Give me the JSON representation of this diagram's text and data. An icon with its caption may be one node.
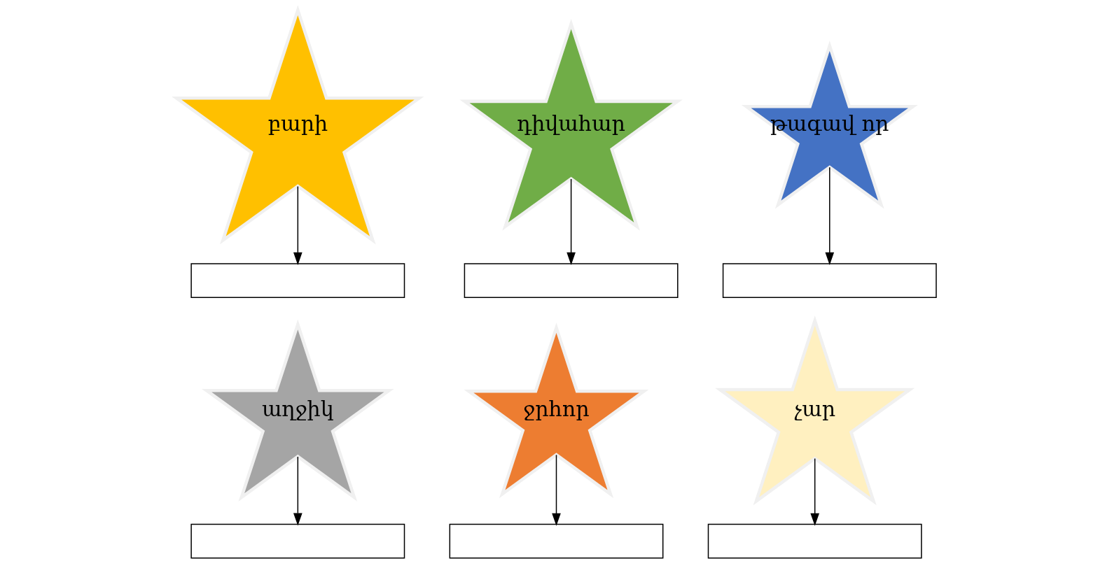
{
  "diagram": {
    "nodes": [
      {
        "text": [
          "բարի"
        ]
      },
      {
        "text": [
          "դիվահար"
        ]
      },
      {
        "text": [
          "թագավ որ"
        ]
      },
      {
        "text": [],
        "shape": "box"
      },
      {
        "text": [],
        "shape": "box"
      },
      {
        "text": [],
        "shape": "box"
      },
      {
        "text": [
          "աղջիկ"
        ]
      },
      {
        "text": [
          "ջրհոր"
        ]
      },
      {
        "text": [
          "չար"
        ]
      },
      {
        "text": [],
        "shape": "box"
      },
      {
        "text": [],
        "shape": "box"
      },
      {
        "text": [],
        "shape": "box"
      }
    ],
    "edges": [
      {
        "from": 0,
        "to": 3,
        "arrow": "to"
      },
      {
        "from": 1,
        "to": 4,
        "arrow": "to"
      },
      {
        "from": 2,
        "to": 5,
        "arrow": "to"
      },
      {
        "from": 6,
        "to": 9,
        "arrow": "to"
      },
      {
        "from": 7,
        "to": 10,
        "arrow": "to"
      },
      {
        "from": 8,
        "to": 11,
        "arrow": "to"
      }
    ]
  }
}
